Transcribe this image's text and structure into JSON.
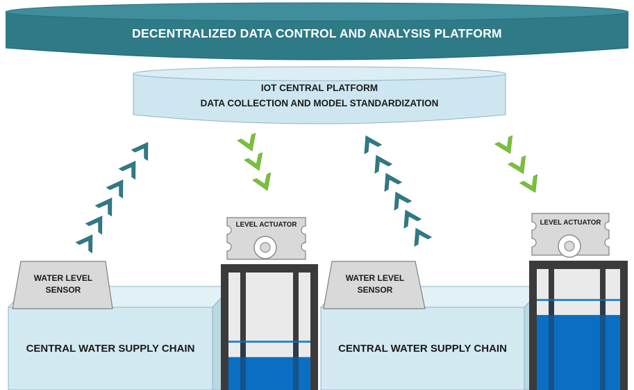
{
  "platform": {
    "title": "DECENTRALIZED DATA CONTROL AND ANALYSIS PLATFORM"
  },
  "iot_platform": {
    "line1": "IOT CENTRAL PLATFORM",
    "line2": "DATA COLLECTION AND MODEL STANDARDIZATION"
  },
  "units": [
    {
      "sensor_label": "WATER LEVEL SENSOR",
      "sensor_line1": "WATER LEVEL",
      "sensor_line2": "SENSOR",
      "supply_label": "CENTRAL WATER SUPPLY CHAIN",
      "actuator_label": "LEVEL ACTUATOR",
      "tank_fill_level": 0.28
    },
    {
      "sensor_label": "WATER LEVEL SENSOR",
      "sensor_line1": "WATER LEVEL",
      "sensor_line2": "SENSOR",
      "supply_label": "CENTRAL WATER SUPPLY CHAIN",
      "actuator_label": "LEVEL ACTUATOR",
      "tank_fill_level": 0.62
    }
  ],
  "colors": {
    "platform_fill": "#2e7a87",
    "iot_fill": "#cde6f0",
    "upload_arrow": "#2e7a87",
    "download_arrow": "#7ac13a",
    "supply_fill": "#d3e9f1",
    "water": "#0a6fc2",
    "frame": "#3b3b3b",
    "actuator_fill": "#d9d9d9"
  },
  "icons": {
    "upload_arrows": "chevron-up-icon",
    "download_arrows": "chevron-down-icon",
    "actuator_wheel": "gear-wheel-icon"
  }
}
